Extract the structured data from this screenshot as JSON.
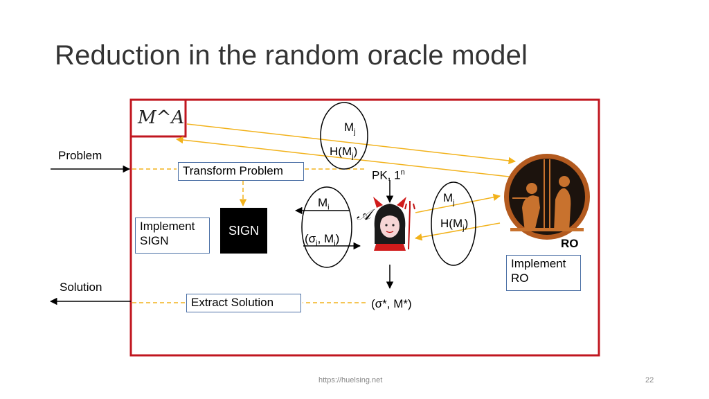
{
  "title": "Reduction in the random oracle model",
  "reduction_logo": "M^A",
  "labels": {
    "problem": "Problem",
    "solution": "Solution",
    "pk": "PK, 1",
    "pk_sup": "n",
    "sigma_star": "(σ*, M*)",
    "ro": "RO",
    "attacker_symbol": "𝒜"
  },
  "boxes": {
    "transform_problem": "Transform Problem",
    "extract_solution": "Extract Solution",
    "sign": "SIGN",
    "implement_sign_line1": "Implement",
    "implement_sign_line2": "SIGN",
    "implement_ro_line1": "Implement",
    "implement_ro_line2": "RO"
  },
  "top_loop": {
    "query": "M",
    "query_sub": "j",
    "answer": "H(M",
    "answer_sub": "j",
    "answer_close": ")"
  },
  "sign_loop": {
    "query": "M",
    "query_sub": "i",
    "answer": "(σ",
    "answer_sub": "i",
    "answer_mid": ", M",
    "answer_sub2": "i",
    "answer_close": ")"
  },
  "ro_loop": {
    "query": "M",
    "query_sub": "j",
    "answer": "H(M",
    "answer_sub": "j",
    "answer_close": ")"
  },
  "colors": {
    "frame": "#c0161f",
    "arrow": "#f2b21b",
    "box_border": "#4a6fa5"
  },
  "icons": {
    "adversary": "devil-adversary-icon",
    "oracle": "greek-vase-oracle-icon"
  },
  "footer": {
    "url": "https://huelsing.net",
    "page": "22"
  }
}
